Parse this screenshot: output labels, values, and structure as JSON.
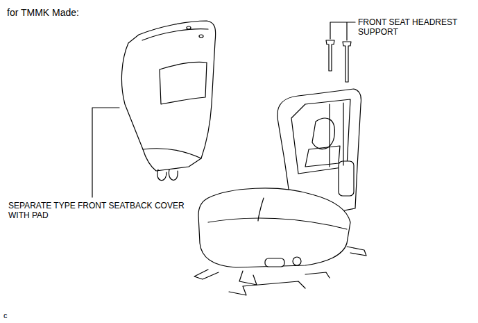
{
  "diagram": {
    "title": "for TMMK Made:",
    "labels": [
      "FRONT SEAT HEADREST SUPPORT",
      "SEPARATE TYPE FRONT SEATBACK COVER WITH PAD",
      "c"
    ]
  }
}
